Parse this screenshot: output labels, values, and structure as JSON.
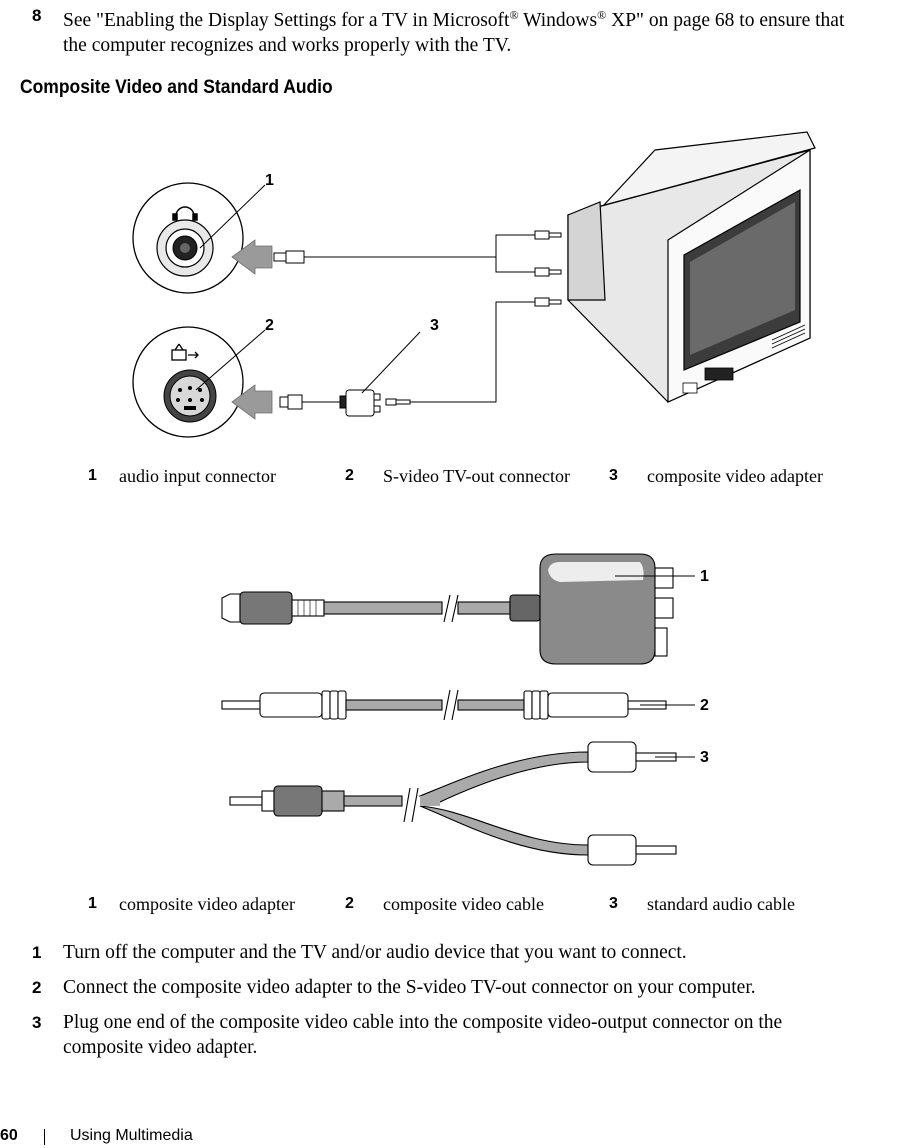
{
  "intro_step": {
    "number": "8",
    "text_part1": "See \"Enabling the Display Settings for a TV in Microsoft",
    "reg1": "®",
    "text_part2": " Windows",
    "reg2": "®",
    "text_part3": " XP\" on page 68 to ensure that",
    "text_line2": "the computer recognizes and works properly with the TV."
  },
  "section_heading": "Composite Video and Standard Audio",
  "figure1": {
    "callouts": [
      "1",
      "2",
      "3"
    ],
    "captions": [
      {
        "num": "1",
        "text": "audio input connector"
      },
      {
        "num": "2",
        "text": "S-video TV-out connector"
      },
      {
        "num": "3",
        "text": "composite video adapter"
      }
    ]
  },
  "figure2": {
    "callouts": [
      "1",
      "2",
      "3"
    ],
    "captions": [
      {
        "num": "1",
        "text": "composite video adapter"
      },
      {
        "num": "2",
        "text": "composite video cable"
      },
      {
        "num": "3",
        "text": "standard audio cable"
      }
    ]
  },
  "steps": [
    {
      "num": "1",
      "text": "Turn off the computer and the TV and/or audio device that you want to connect."
    },
    {
      "num": "2",
      "text": "Connect the composite video adapter to the S-video TV-out connector on your computer."
    },
    {
      "num": "3",
      "line1": "Plug one end of the composite video cable into the composite video-output connector on the",
      "line2": "composite video adapter."
    }
  ],
  "footer": {
    "page_number": "60",
    "section": "Using Multimedia"
  },
  "icons": [
    "headphone-icon",
    "tv-out-icon"
  ]
}
